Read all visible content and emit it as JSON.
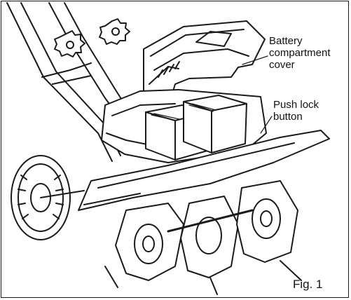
{
  "callouts": {
    "battery_cover": [
      "Battery",
      "compartment",
      "cover"
    ],
    "push_lock": [
      "Push lock",
      "button"
    ]
  },
  "figure_label": "Fig. 1",
  "colors": {
    "ink": "#1a1a1a",
    "paper": "#ffffff"
  }
}
